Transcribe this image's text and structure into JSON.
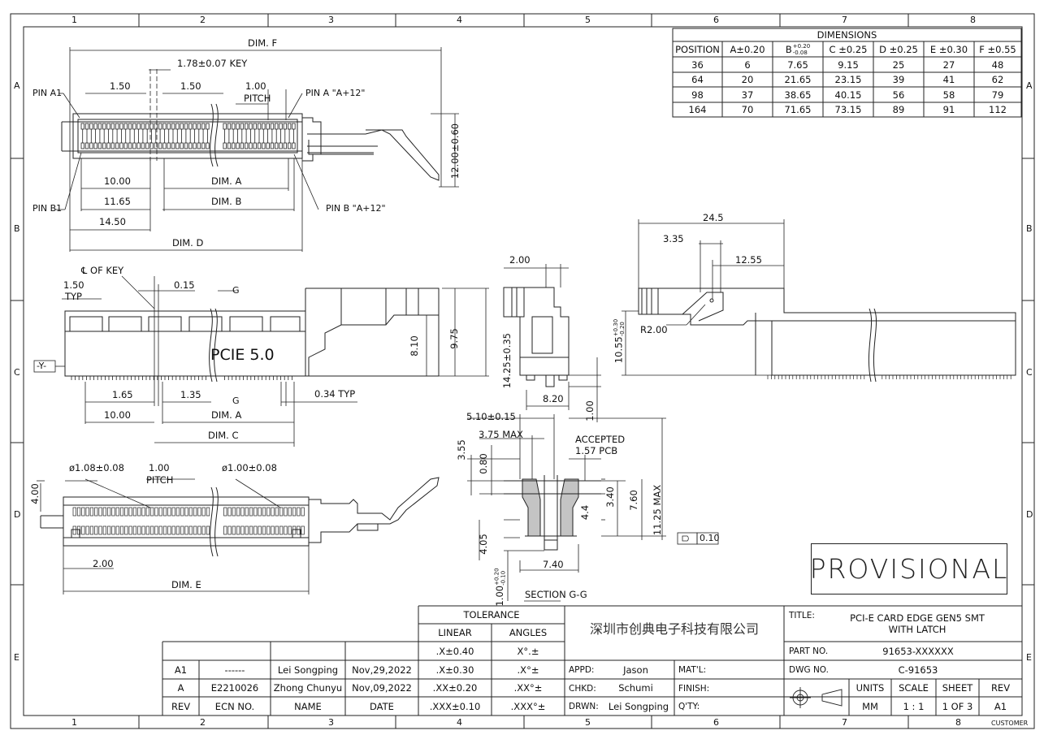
{
  "frame": {
    "columns": [
      "1",
      "2",
      "3",
      "4",
      "5",
      "6",
      "7",
      "8"
    ],
    "rows": [
      "A",
      "B",
      "C",
      "D",
      "E"
    ]
  },
  "dimensions_table": {
    "title": "DIMENSIONS",
    "headers": [
      "POSITION",
      "A±0.20",
      "B+0.20/-0.08",
      "C ±0.25",
      "D ±0.25",
      "E ±0.30",
      "F ±0.55"
    ],
    "b_header": {
      "letter": "B",
      "upper": "+0.20",
      "lower": "-0.08"
    },
    "rows": [
      [
        "36",
        "6",
        "7.65",
        "9.15",
        "25",
        "27",
        "48"
      ],
      [
        "64",
        "20",
        "21.65",
        "23.15",
        "39",
        "41",
        "62"
      ],
      [
        "98",
        "37",
        "38.65",
        "40.15",
        "56",
        "58",
        "79"
      ],
      [
        "164",
        "70",
        "71.65",
        "73.15",
        "89",
        "91",
        "112"
      ]
    ]
  },
  "top_view": {
    "dim_f": "DIM. F",
    "key": "1.78±0.07 KEY",
    "pitch_150_a": "1.50",
    "pitch_150_b": "1.50",
    "pitch_value": "1.00",
    "pitch_label": "PITCH",
    "pin_a1": "PIN A1",
    "pin_a_end": "PIN A \"A+12\"",
    "pin_b1": "PIN B1",
    "pin_b_end": "PIN B \"A+12\"",
    "height": "12.00±0.60",
    "d1000": "10.00",
    "dim_a": "DIM. A",
    "d1165": "11.65",
    "dim_b": "DIM. B",
    "d1450": "14.50",
    "dim_d": "DIM. D"
  },
  "front_view": {
    "cl_key": "℄ OF KEY",
    "d150": "1.50",
    "typ": "TYP",
    "d015": "0.15",
    "g_top": "G",
    "g_bottom": "G",
    "marking": "PCIE 5.0",
    "datum_y": "-Y-",
    "d810": "8.10",
    "d975": "9.75",
    "d1425": "14.25±0.35",
    "d165": "1.65",
    "d135": "1.35",
    "d034": "0.34 TYP",
    "d1000": "10.00",
    "dim_a": "DIM. A",
    "dim_c": "DIM. C"
  },
  "side_view": {
    "d200": "2.00",
    "d820": "8.20",
    "d100": "1.00"
  },
  "right_view": {
    "d245": "24.5",
    "d335": "3.35",
    "d1255": "12.55",
    "r200": "R2.00",
    "d1055": "10.55",
    "d1055_tol_up": "+0.30",
    "d1055_tol_dn": "-0.20"
  },
  "section_view": {
    "d510": "5.10±0.15",
    "d375": "3.75 MAX",
    "accepted": "ACCEPTED",
    "pcb": "1.57 PCB",
    "d355": "3.55",
    "d080": "0.80",
    "d340": "3.40",
    "d760": "7.60",
    "d1125": "11.25 MAX",
    "d44": "4.4",
    "d405": "4.05",
    "d740": "7.40",
    "d100": "1.00",
    "d100_tol_up": "+0.20",
    "d100_tol_dn": "-0.10",
    "flatness": "0.10",
    "section_label": "SECTION G-G"
  },
  "bottom_view": {
    "hole1": "ø1.08±0.08",
    "pitch_value": "1.00",
    "pitch_label": "PITCH",
    "hole2": "ø1.00±0.08",
    "d400": "4.00",
    "d200": "2.00",
    "dim_e": "DIM. E"
  },
  "provisional": "PROVISIONAL",
  "title_block": {
    "company": "深圳市创典电子科技有限公司",
    "tolerance_title": "TOLERANCE",
    "linear": "LINEAR",
    "angles": "ANGLES",
    "tol_rows": [
      [
        ".X±0.40",
        "X°.±"
      ],
      [
        ".X±0.30",
        ".X°±"
      ],
      [
        ".XX±0.20",
        ".XX°±"
      ],
      [
        ".XXX±0.10",
        ".XXX°±"
      ]
    ],
    "title_label": "TITLE:",
    "title_line1": "PCI-E CARD EDGE GEN5 SMT",
    "title_line2": "WITH LATCH",
    "part_no_label": "PART NO.",
    "part_no": "91653-XXXXXX",
    "dwg_no_label": "DWG NO.",
    "dwg_no": "C-91653",
    "appd_label": "APPD:",
    "appd": "Jason",
    "chkd_label": "CHKD:",
    "chkd": "Schumi",
    "drwn_label": "DRWN:",
    "drwn": "Lei Songping",
    "mat_label": "MAT'L:",
    "finish_label": "FINISH:",
    "qty_label": "Q'TY:",
    "units_label": "UNITS",
    "units": "MM",
    "scale_label": "SCALE",
    "scale": "1 : 1",
    "sheet_label": "SHEET",
    "sheet": "1 OF 3",
    "rev_label": "REV",
    "rev": "A1",
    "customer": "CUSTOMER",
    "revisions": [
      {
        "rev": "A1",
        "ecn": "------",
        "name": "Lei Songping",
        "date": "Nov,29,2022"
      },
      {
        "rev": "A",
        "ecn": "E2210026",
        "name": "Zhong Chunyu",
        "date": "Nov,09,2022"
      }
    ],
    "rev_headers": [
      "REV",
      "ECN NO.",
      "NAME",
      "DATE"
    ]
  }
}
